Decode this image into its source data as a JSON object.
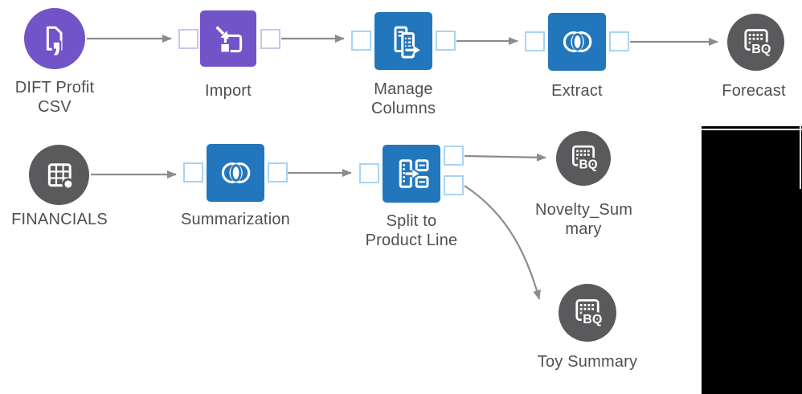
{
  "palette": {
    "purple_node": "#7254c8",
    "purple_port_border": "#cfc3ef",
    "blue_node": "#2277bc",
    "blue_port_border": "#a9d4f3",
    "gray_node": "#5a5a5c",
    "arrow_gray": "#8c8c8c",
    "label_gray": "#4f4f4f",
    "redaction_black": "#000000"
  },
  "flow": {
    "nodes": [
      {
        "id": "dift_profit_csv",
        "label": "DIFT Profit\nCSV",
        "shape": "circle",
        "color": "purple",
        "icon": "csv-file-icon"
      },
      {
        "id": "import",
        "label": "Import",
        "shape": "square",
        "color": "purple",
        "icon": "import-icon"
      },
      {
        "id": "manage_columns",
        "label": "Manage\nColumns",
        "shape": "square",
        "color": "blue",
        "icon": "manage-columns-icon"
      },
      {
        "id": "extract",
        "label": "Extract",
        "shape": "square",
        "color": "blue",
        "icon": "extract-venn-icon"
      },
      {
        "id": "forecast",
        "label": "Forecast",
        "shape": "circle",
        "color": "gray",
        "icon": "bq-table-icon"
      },
      {
        "id": "financials",
        "label": "FINANCIALS",
        "shape": "circle",
        "color": "gray",
        "icon": "table-dot-icon"
      },
      {
        "id": "summarization",
        "label": "Summarization",
        "shape": "square",
        "color": "blue",
        "icon": "extract-venn-icon"
      },
      {
        "id": "split_to_product_line",
        "label": "Split to\nProduct Line",
        "shape": "square",
        "color": "blue",
        "icon": "split-icon"
      },
      {
        "id": "novelty_summary",
        "label": "Novelty_Sum\nmary",
        "shape": "circle",
        "color": "gray",
        "icon": "bq-table-icon"
      },
      {
        "id": "toy_summary",
        "label": "Toy Summary",
        "shape": "circle",
        "color": "gray",
        "icon": "bq-table-icon"
      }
    ],
    "edges": [
      {
        "from": "dift_profit_csv",
        "to": "import"
      },
      {
        "from": "import",
        "to": "manage_columns"
      },
      {
        "from": "manage_columns",
        "to": "extract"
      },
      {
        "from": "extract",
        "to": "forecast"
      },
      {
        "from": "financials",
        "to": "summarization"
      },
      {
        "from": "summarization",
        "to": "split_to_product_line"
      },
      {
        "from": "split_to_product_line",
        "to": "novelty_summary"
      },
      {
        "from": "split_to_product_line",
        "to": "toy_summary"
      }
    ]
  }
}
